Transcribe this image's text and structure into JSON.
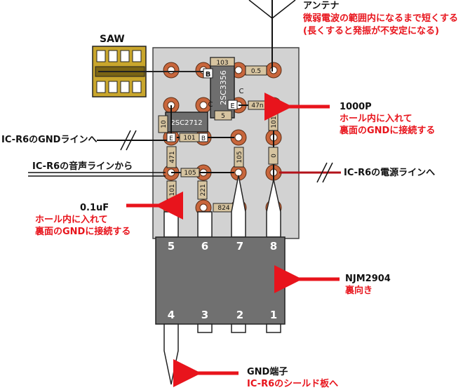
{
  "labels": {
    "saw": "SAW",
    "antenna_title": "アンテナ",
    "antenna_note1": "微弱電波の範囲内になるまで短くする",
    "antenna_note2": "(長くすると発振が不安定になる)",
    "cap_1000p": "1000P",
    "cap_1000p_note1": "ホール内に入れて",
    "cap_1000p_note2": "裏面のGNDに接続する",
    "gnd_line": "IC-R6のGNDラインへ",
    "audio_line": "IC-R6の音声ラインから",
    "power_line": "IC-R6の電源ラインへ",
    "cap_01uf": "0.1uF",
    "cap_01uf_note1": "ホール内に入れて",
    "cap_01uf_note2": "裏面のGNDに接続する",
    "ic_name": "NJM2904",
    "ic_note": "裏向き",
    "gnd_terminal": "GND端子",
    "gnd_terminal_note": "IC-R6のシールド板へ"
  },
  "components": {
    "r103": "103",
    "r05": "0.5",
    "tr1": "2SC3356",
    "tr2": "2SC2712",
    "c47n": "47n",
    "r5": "5",
    "r10": "10",
    "r101": "101",
    "r471": "471",
    "r105a": "105",
    "r105b": "105",
    "r101b": "101",
    "r0x": "0",
    "r824": "824",
    "r221": "221",
    "r101c": "101"
  },
  "pins": {
    "b1": "B",
    "c1": "C",
    "e1": "E",
    "e2": "E",
    "b2": "B",
    "c2": "C",
    "p5": "5",
    "p6": "6",
    "p7": "7",
    "p8": "8",
    "p4": "4",
    "p3": "3",
    "p2": "2",
    "p1": "1"
  },
  "colors": {
    "arrow": "#e8141c",
    "board": "#d2d2d2",
    "pad": "#c8663c",
    "resistor": "#d6c4a0",
    "chip": "#707070",
    "saw_body": "#c9a62c"
  }
}
